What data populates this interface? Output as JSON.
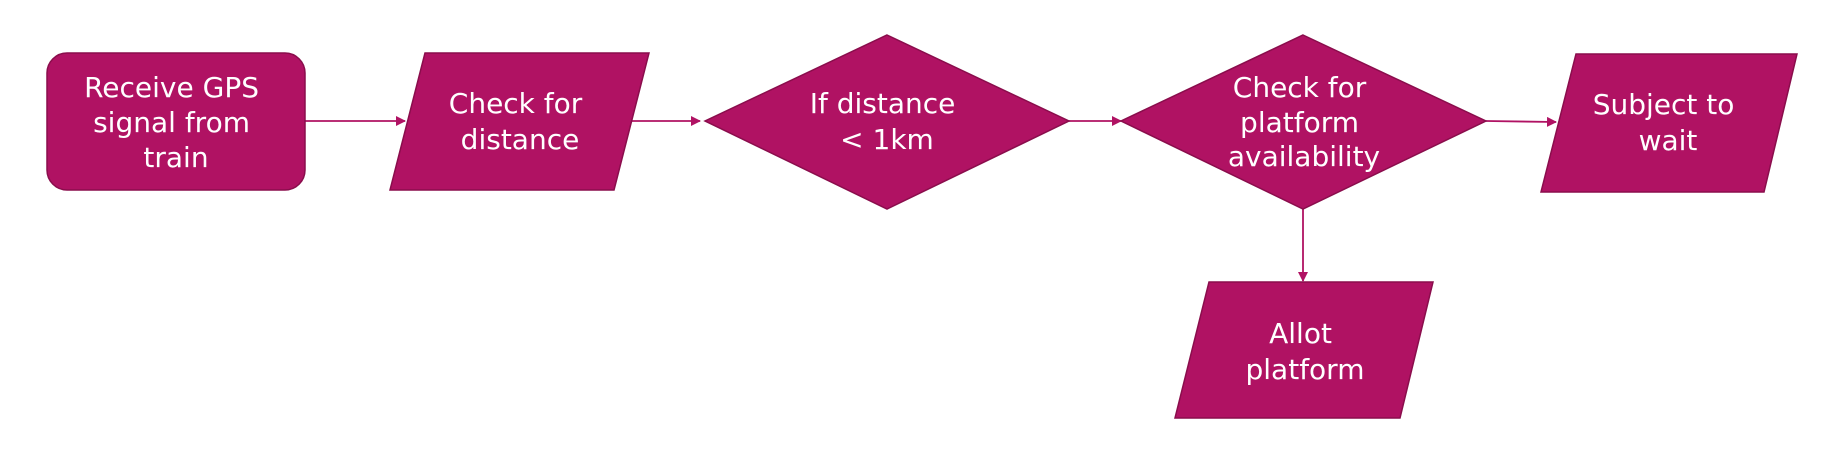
{
  "colors": {
    "node_fill": "#b01263",
    "node_border": "#8a0d4c",
    "connector": "#b01263",
    "text": "#ffffff",
    "background": "#ffffff"
  },
  "nodes": {
    "receive_gps": {
      "shape": "rounded-rectangle",
      "lines": [
        "Receive GPS",
        "signal from",
        "train"
      ]
    },
    "check_distance": {
      "shape": "parallelogram",
      "lines": [
        "Check for",
        "distance"
      ]
    },
    "if_distance": {
      "shape": "diamond",
      "lines": [
        "If distance",
        "< 1km"
      ]
    },
    "check_platform": {
      "shape": "diamond",
      "lines": [
        "Check for",
        "platform",
        "availability"
      ]
    },
    "subject_wait": {
      "shape": "parallelogram",
      "lines": [
        "Subject to",
        "wait"
      ]
    },
    "allot_platform": {
      "shape": "parallelogram",
      "lines": [
        "Allot",
        "platform"
      ]
    }
  },
  "edges": [
    {
      "from": "receive_gps",
      "to": "check_distance"
    },
    {
      "from": "check_distance",
      "to": "if_distance"
    },
    {
      "from": "if_distance",
      "to": "check_platform"
    },
    {
      "from": "check_platform",
      "to": "subject_wait"
    },
    {
      "from": "check_platform",
      "to": "allot_platform"
    }
  ]
}
